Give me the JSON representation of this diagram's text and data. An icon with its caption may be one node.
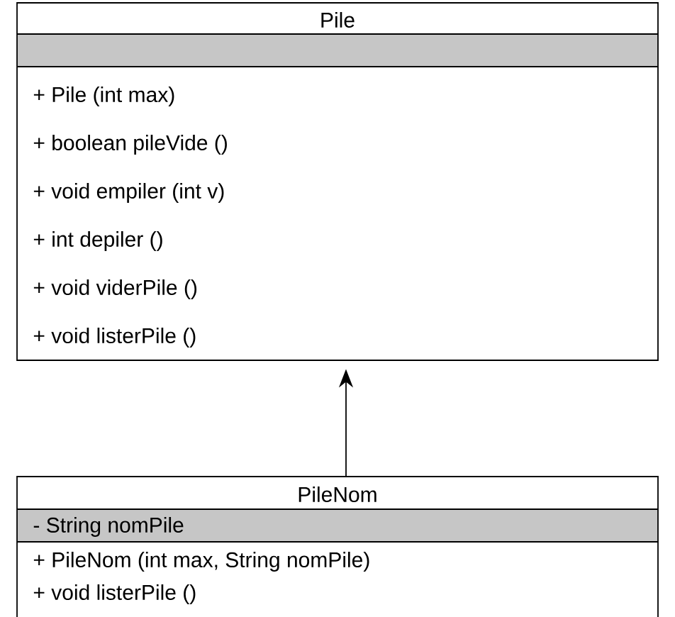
{
  "diagram": {
    "nodes": [
      {
        "text": [
          "Pile",
          "+ Pile (int max)",
          "+ boolean pileVide ()",
          "+ void empiler (int v)",
          "+ int depiler ()",
          "+ void viderPile ()",
          "+ void listerPile ()"
        ]
      },
      {
        "text": [
          "PileNom",
          "- String nomPile",
          "+ PileNom (int max, String nomPile)",
          "+ void listerPile ()"
        ]
      }
    ],
    "edges": [
      {
        "from": 1,
        "to": 0,
        "arrow": "to"
      }
    ]
  }
}
